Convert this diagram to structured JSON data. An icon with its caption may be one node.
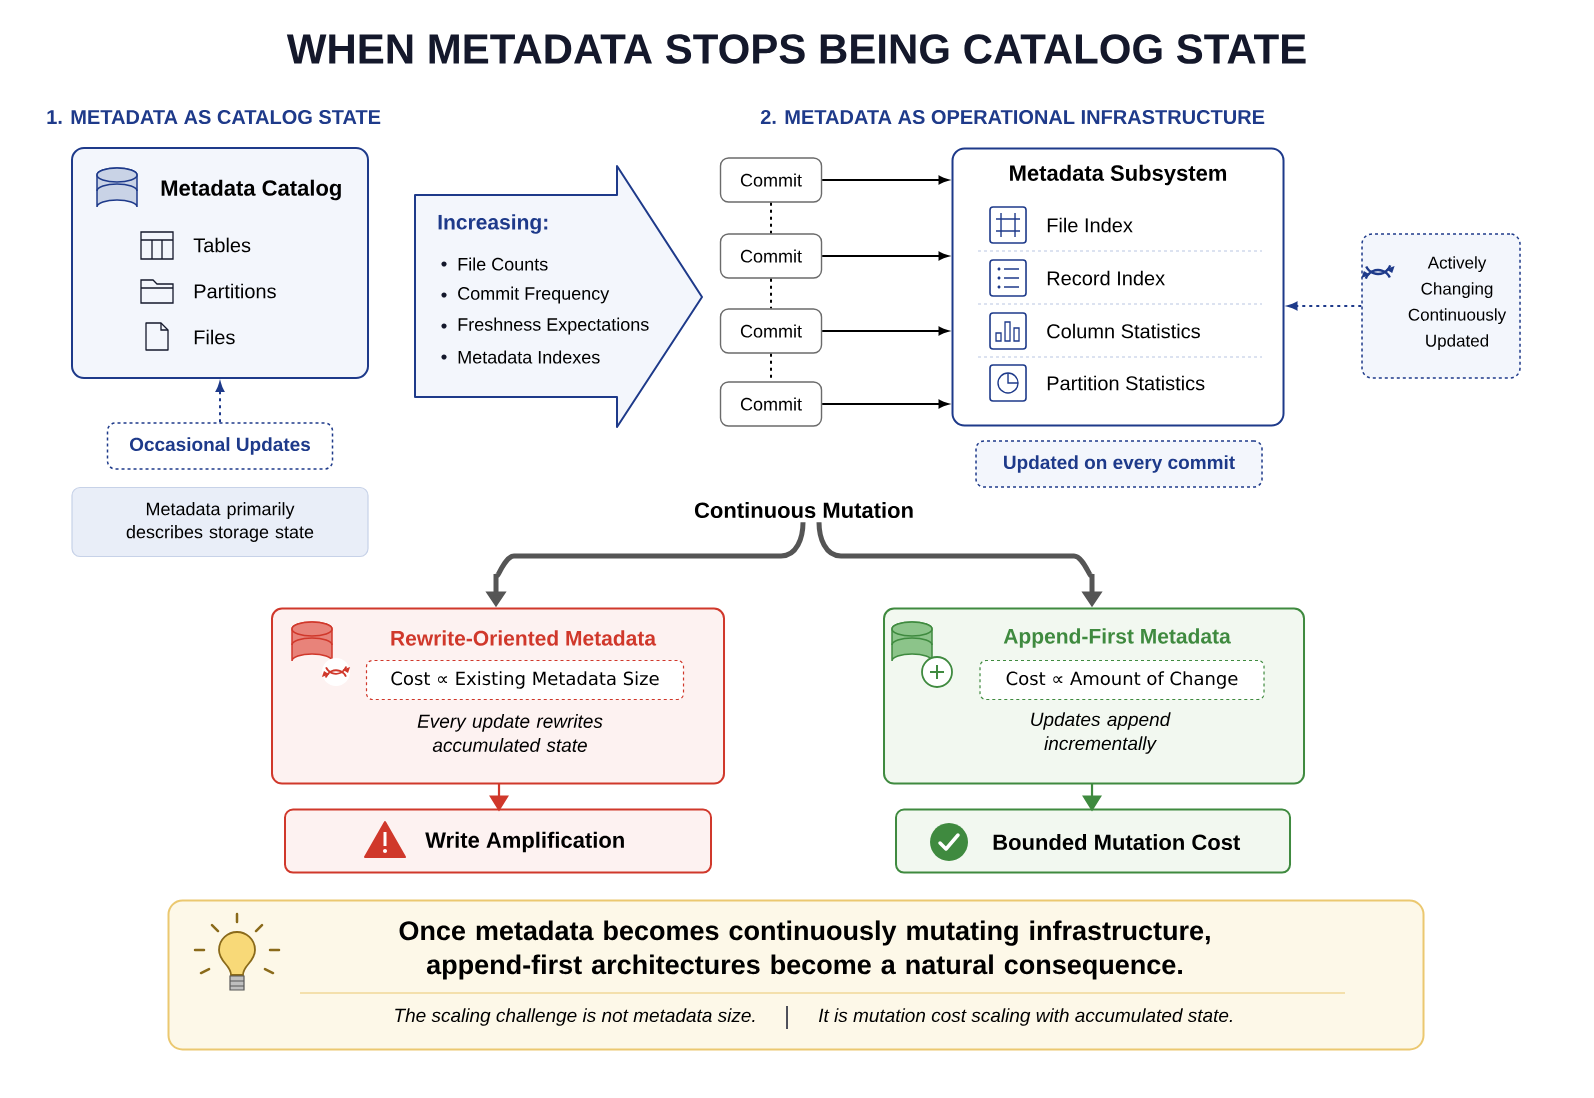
{
  "diagram": {
    "title": "WHEN METADATA STOPS BEING CATALOG STATE",
    "nodes": [
      {
        "text": [
          "Metadata Catalog",
          "Tables",
          "Partitions",
          "Files"
        ]
      },
      {
        "text": [
          "Occasional Updates"
        ]
      },
      {
        "text": [
          "Metadata primarily describes storage state"
        ]
      },
      {
        "text": [
          "Increasing:",
          "File Counts",
          "Commit Frequency",
          "Freshness Expectations",
          "Metadata Indexes"
        ]
      },
      {
        "text": [
          "Commit"
        ]
      },
      {
        "text": [
          "Commit"
        ]
      },
      {
        "text": [
          "Commit"
        ]
      },
      {
        "text": [
          "Commit"
        ]
      },
      {
        "text": [
          "Metadata Subsystem",
          "File Index",
          "Record Index",
          "Column Statistics",
          "Partition Statistics"
        ]
      },
      {
        "text": [
          "Actively Changing Continuously Updated"
        ]
      },
      {
        "text": [
          "Updated on every commit"
        ]
      },
      {
        "text": [
          "Continuous Mutation"
        ]
      },
      {
        "text": [
          "Rewrite-Oriented Metadata",
          "Every update rewrites accumulated state"
        ]
      },
      {
        "text": [
          "Cost ∝ Existing Metadata Size"
        ],
        "in": 12
      },
      {
        "text": [
          "Write Amplification"
        ]
      },
      {
        "text": [
          "Append-First Metadata",
          "Updates append incrementally"
        ]
      },
      {
        "text": [
          "Cost ∝ Amount of Change"
        ],
        "in": 15
      },
      {
        "text": [
          "Bounded Mutation Cost"
        ]
      },
      {
        "text": [
          "Once metadata becomes continuously mutating infrastructure, append-first architectures become a natural consequence.",
          "The scaling challenge is not metadata size.",
          "It is mutation cost scaling with accumulated state."
        ]
      }
    ],
    "edges": [
      {
        "from": 1,
        "to": 0,
        "arrow": "to",
        "style": "dashed",
        "color": "#1e3a8a"
      },
      {
        "from": 4,
        "to": 8,
        "arrow": "to"
      },
      {
        "from": 5,
        "to": 8,
        "arrow": "to"
      },
      {
        "from": 6,
        "to": 8,
        "arrow": "to"
      },
      {
        "from": 7,
        "to": 8,
        "arrow": "to"
      },
      {
        "from": 4,
        "to": 5,
        "arrow": "none",
        "style": "dashed"
      },
      {
        "from": 5,
        "to": 6,
        "arrow": "none",
        "style": "dashed"
      },
      {
        "from": 6,
        "to": 7,
        "arrow": "none",
        "style": "dashed"
      },
      {
        "from": 9,
        "to": 8,
        "arrow": "to",
        "style": "dashed",
        "color": "#1e3a8a"
      },
      {
        "from": 11,
        "to": 12,
        "arrow": "to",
        "style": "thick",
        "color": "#555555"
      },
      {
        "from": 11,
        "to": 15,
        "arrow": "to",
        "style": "thick",
        "color": "#555555"
      },
      {
        "from": 12,
        "to": 14,
        "arrow": "to",
        "color": "#d0382b"
      },
      {
        "from": 15,
        "to": 17,
        "arrow": "to",
        "color": "#3f8a3f"
      }
    ],
    "labels": [
      "1. METADATA AS CATALOG STATE",
      "2. METADATA AS OPERATIONAL INFRASTRUCTURE"
    ]
  }
}
